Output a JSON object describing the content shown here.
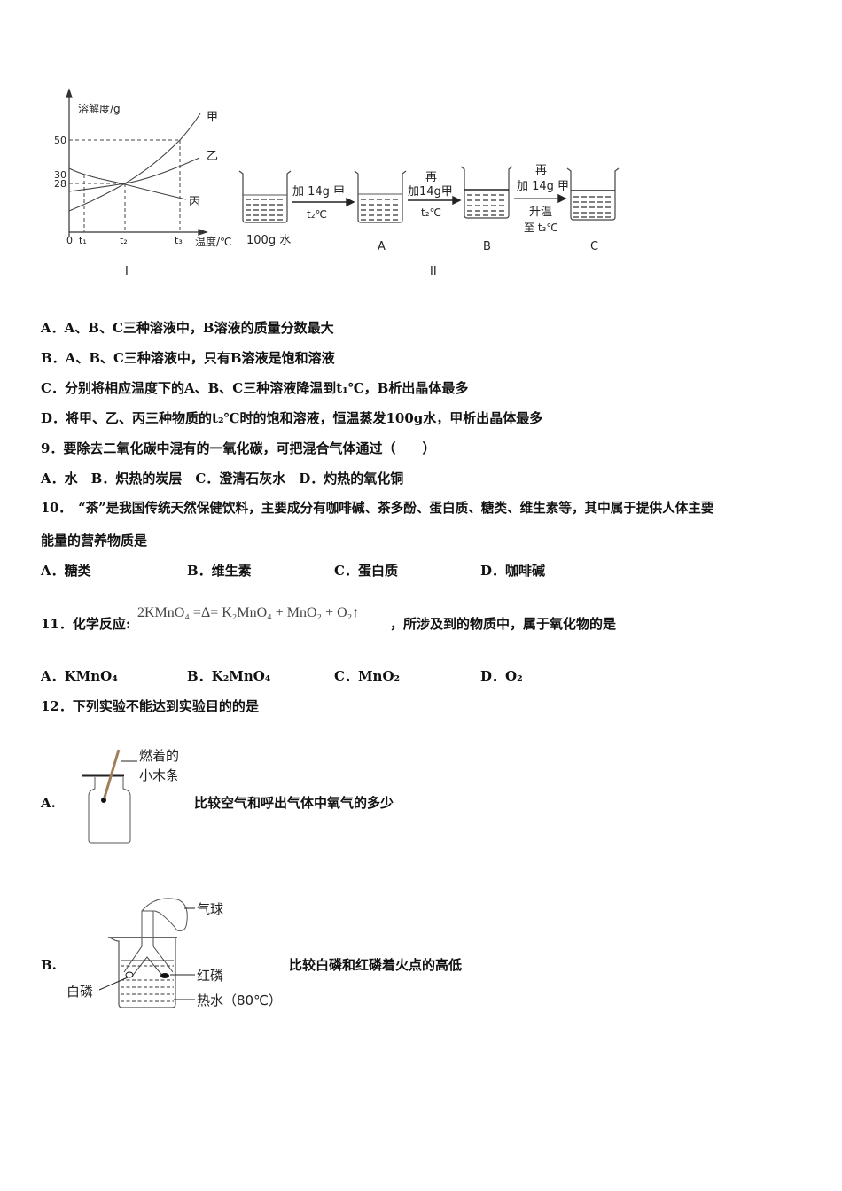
{
  "figure_top": {
    "graph": {
      "y_label": "溶解度/g",
      "x_label": "温度/℃",
      "y_ticks": [
        "50",
        "30",
        "28"
      ],
      "x_ticks": [
        "0",
        "t₁",
        "t₂",
        "t₃"
      ],
      "curves": [
        "甲",
        "乙",
        "丙"
      ],
      "caption": "I"
    },
    "process": {
      "start_label": "100g 水",
      "step1": [
        "加 14g 甲",
        "t₂℃"
      ],
      "step2": [
        "再",
        "加14g甲",
        "t₂℃"
      ],
      "step3": [
        "再",
        "加 14g 甲",
        "升温",
        "至 t₃℃"
      ],
      "beakers": [
        "A",
        "B",
        "C"
      ],
      "caption": "II"
    }
  },
  "q8_options": [
    "A．A、B、C三种溶液中，B溶液的质量分数最大",
    "B．A、B、C三种溶液中，只有B溶液是饱和溶液",
    "C．分别将相应温度下的A、B、C三种溶液降温到t₁℃，B析出晶体最多",
    "D．将甲、乙、丙三种物质的t₂℃时的饱和溶液，恒温蒸发100g水，甲析出晶体最多"
  ],
  "q9": {
    "stem": "9．要除去二氧化碳中混有的一氧化碳，可把混合气体通过（　　）",
    "options": "A．水　B．炽热的炭层　C．澄清石灰水　D．灼热的氧化铜"
  },
  "q10": {
    "stem_line1": "10．　“茶”是我国传统天然保健饮料，主要成分有咖啡碱、茶多酚、蛋白质、糖类、维生素等，其中属于提供人体主要",
    "stem_line2": "能量的营养物质是",
    "options": [
      "A．糖类",
      "B．维生素",
      "C．蛋白质",
      "D．咖啡碱"
    ]
  },
  "q11": {
    "stem_prefix": "11．化学反应:",
    "equation": "2KMnO₄ =Δ= K₂MnO₄ + MnO₂ + O₂↑",
    "stem_suffix": "，所涉及到的物质中，属于氧化物的是",
    "options": [
      "A．KMnO₄",
      "B．K₂MnO₄",
      "C．MnO₂",
      "D．O₂"
    ]
  },
  "q12": {
    "stem": "12．下列实验不能达到实验目的的是",
    "option_a": {
      "letter": "A.",
      "label_lines": [
        "燃着的",
        "小木条"
      ],
      "text": "比较空气和呼出气体中氧气的多少"
    },
    "option_b": {
      "letter": "B.",
      "labels": [
        "气球",
        "红磷",
        "白磷",
        "热水（80℃）"
      ],
      "text": "比较白磷和红磷着火点的高低"
    }
  }
}
